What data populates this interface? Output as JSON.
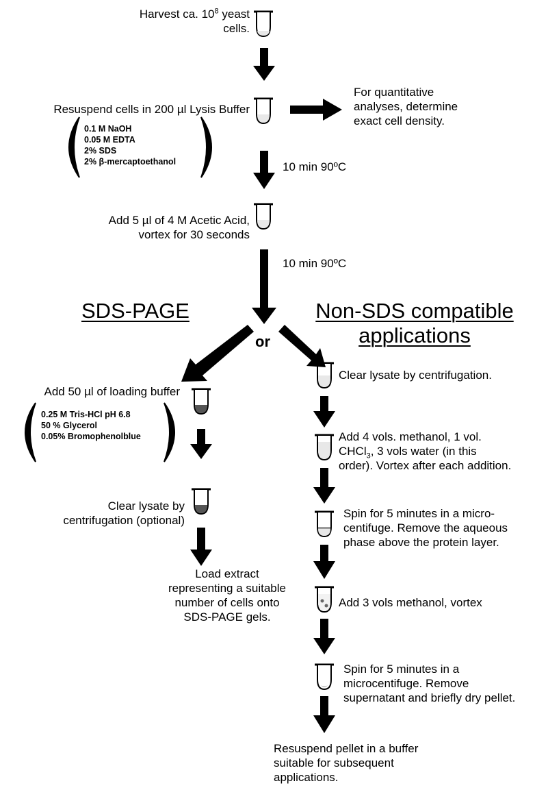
{
  "steps": {
    "harvest": [
      "Harvest ca. 10",
      "8",
      " yeast",
      "cells."
    ],
    "resuspend": "Resuspend cells in 200 µl Lysis Buffer",
    "lysis_buffer": [
      "0.1 M NaOH",
      "0.05 M EDTA",
      "2% SDS",
      "2% β-mercaptoethanol"
    ],
    "quant_note": [
      "For quantitative",
      "analyses, determine",
      "exact cell density."
    ],
    "heat1": "10 min 90ºC",
    "acetic": [
      "Add 5 µl of 4 M Acetic Acid,",
      "vortex for 30 seconds"
    ],
    "heat2": "10 min 90ºC",
    "or": "or"
  },
  "left_branch": {
    "heading": "SDS-PAGE",
    "add_loading": "Add 50 µl of loading buffer",
    "loading_buffer": [
      "0.25 M Tris-HCl pH 6.8",
      "50 % Glycerol",
      "0.05% Bromophenolblue"
    ],
    "clear": [
      "Clear lysate by",
      "centrifugation (optional)"
    ],
    "load": [
      "Load extract",
      "representing a suitable",
      "number of cells onto",
      "SDS-PAGE gels."
    ]
  },
  "right_branch": {
    "heading": [
      "Non-SDS compatible",
      "applications"
    ],
    "clear": "Clear lysate by centrifugation.",
    "add_methanol": [
      "Add 4 vols. methanol, 1 vol.",
      "CHCl",
      "3",
      ", 3 vols water (in this",
      "order). Vortex after each addition."
    ],
    "spin1": [
      "Spin for 5 minutes in a micro-",
      "centifuge. Remove the aqueous",
      "phase above the protein layer."
    ],
    "add3": "Add 3 vols methanol, vortex",
    "spin2": [
      "Spin for 5 minutes in a",
      "microcentifuge. Remove",
      "supernatant and briefly dry pellet."
    ],
    "resuspend": [
      "Resuspend pellet in a buffer",
      "suitable for subsequent",
      "applications."
    ]
  },
  "colors": {
    "ink": "#000000",
    "liquid_light": "#e8e8e8",
    "liquid_dark": "#555555",
    "background": "#ffffff"
  }
}
